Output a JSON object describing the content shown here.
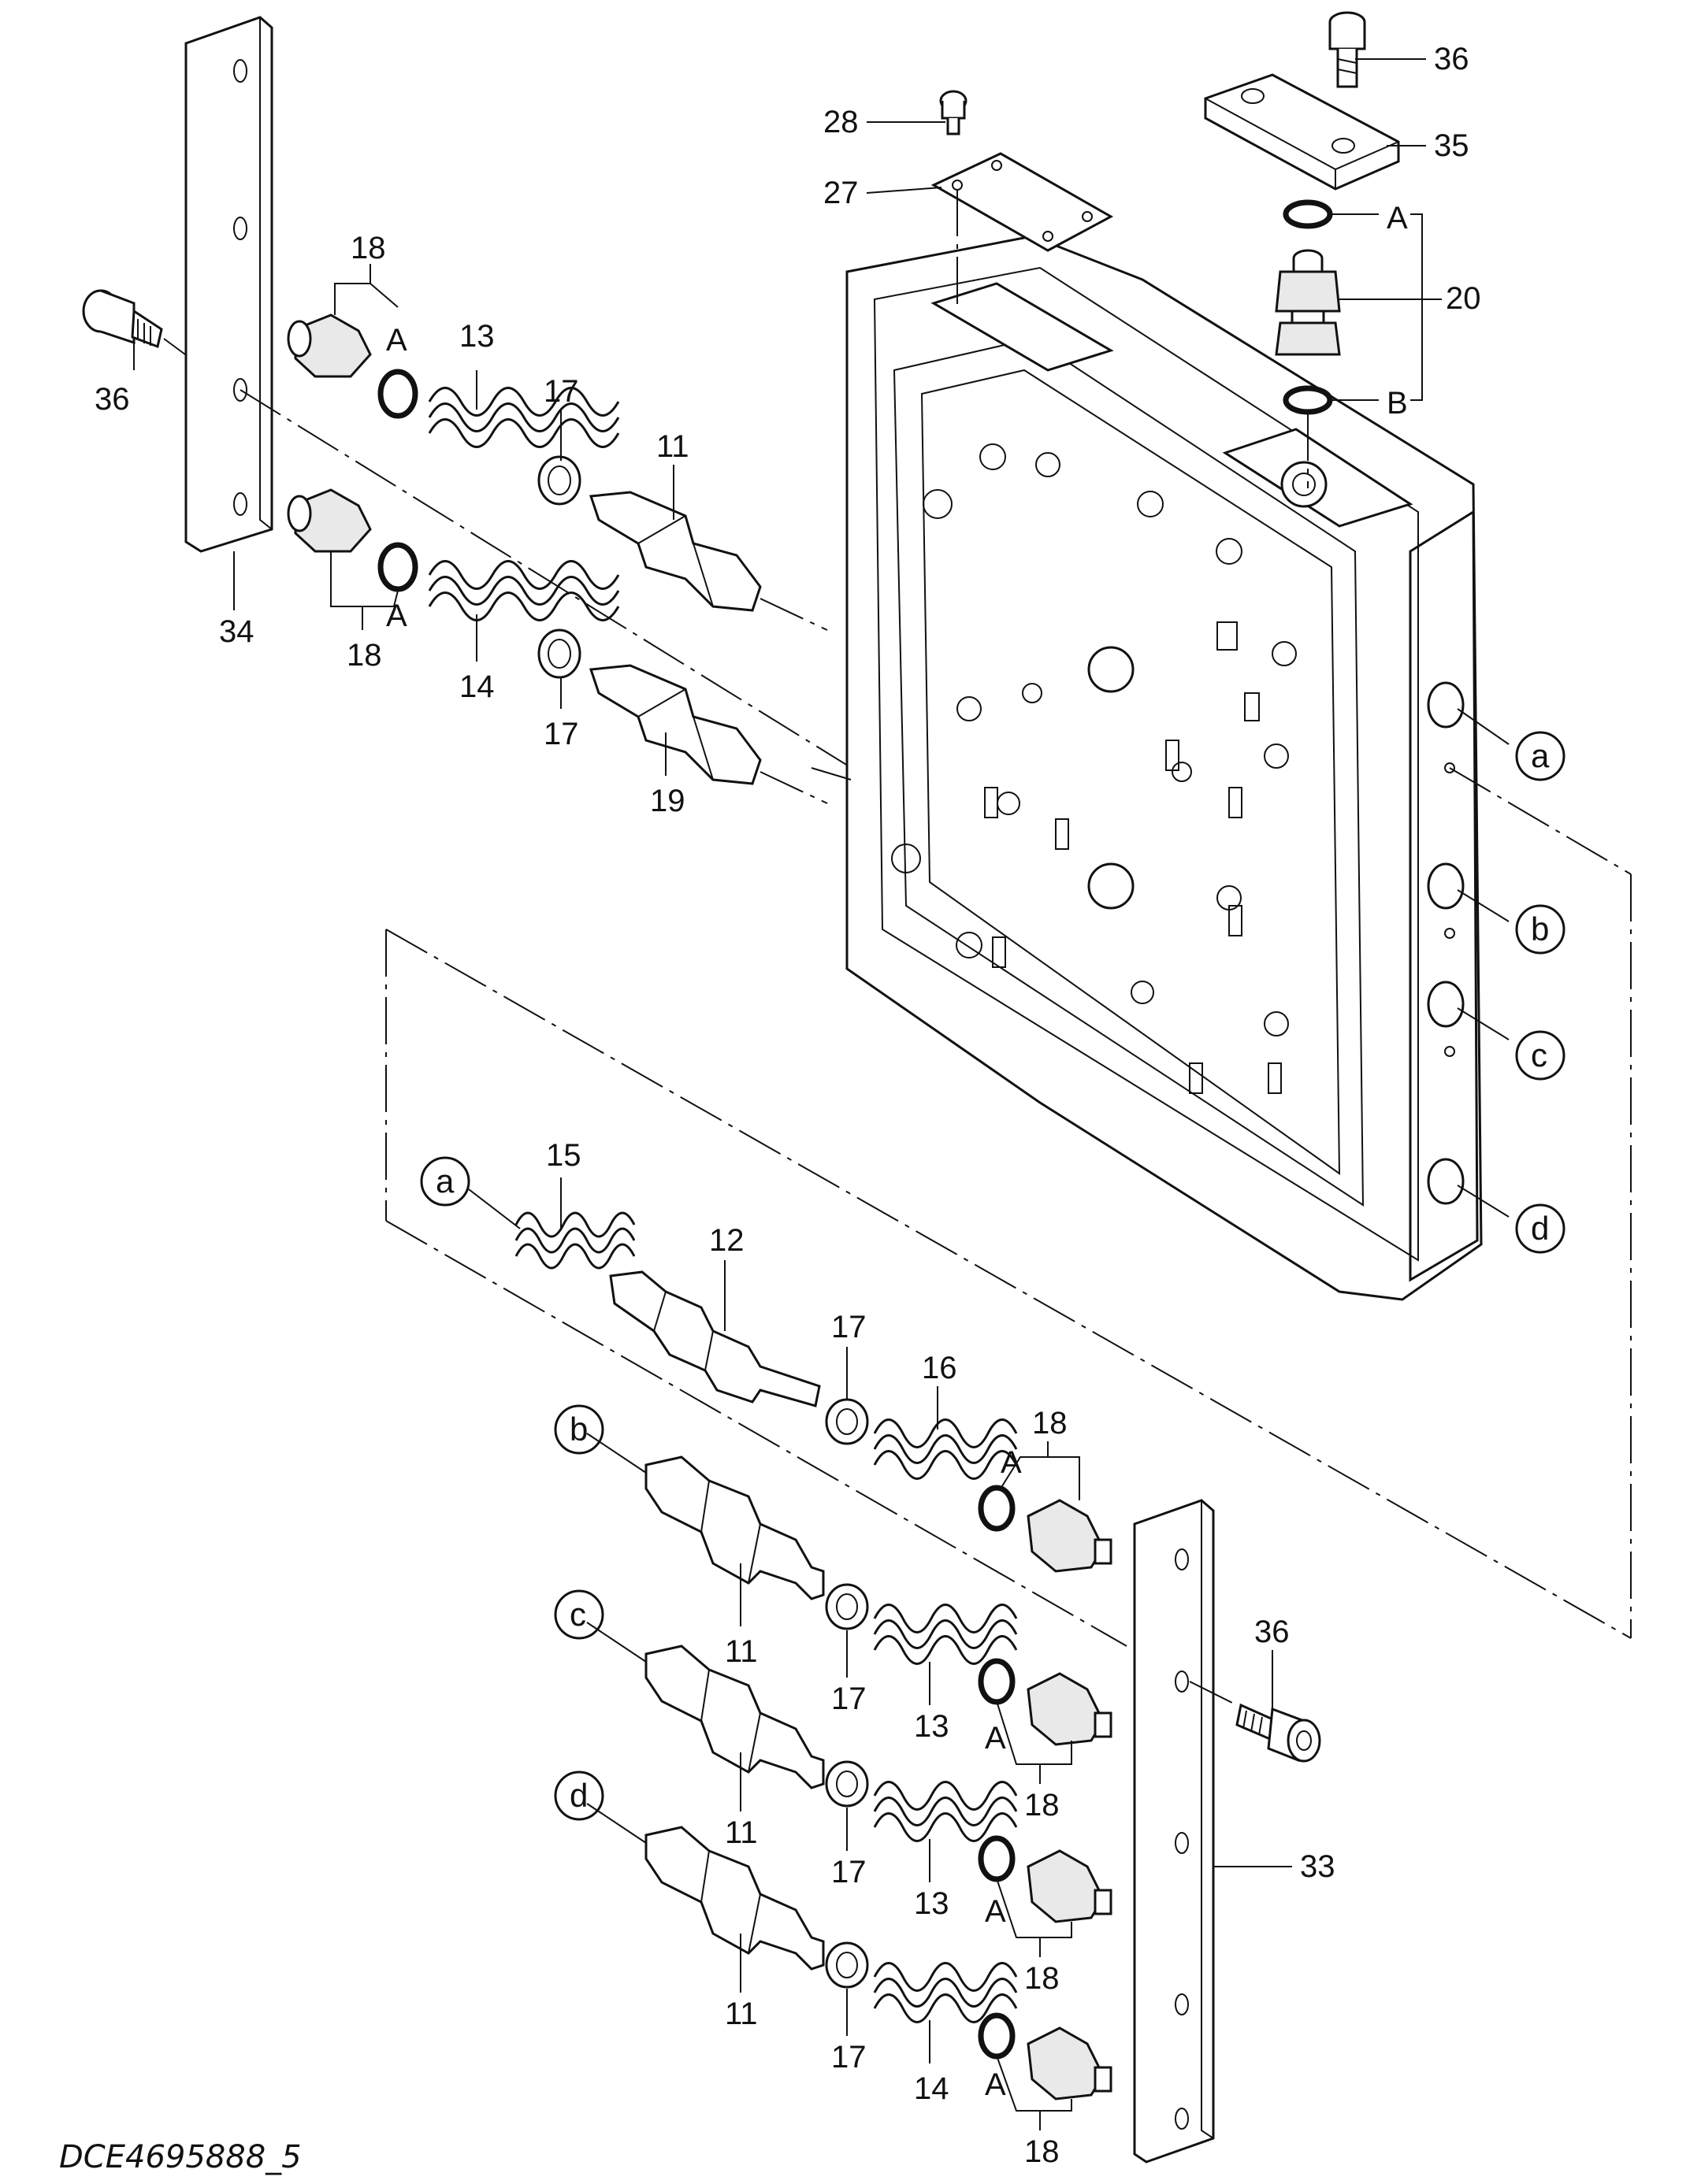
{
  "diagram": {
    "drawing_code": "DCE4695888_5",
    "part_numbers": [
      "11",
      "12",
      "13",
      "14",
      "15",
      "16",
      "17",
      "18",
      "19",
      "20",
      "27",
      "28",
      "33",
      "34",
      "35",
      "36"
    ],
    "letter_labels": [
      "A",
      "B"
    ],
    "circle_labels": [
      "a",
      "b",
      "c",
      "d"
    ]
  }
}
